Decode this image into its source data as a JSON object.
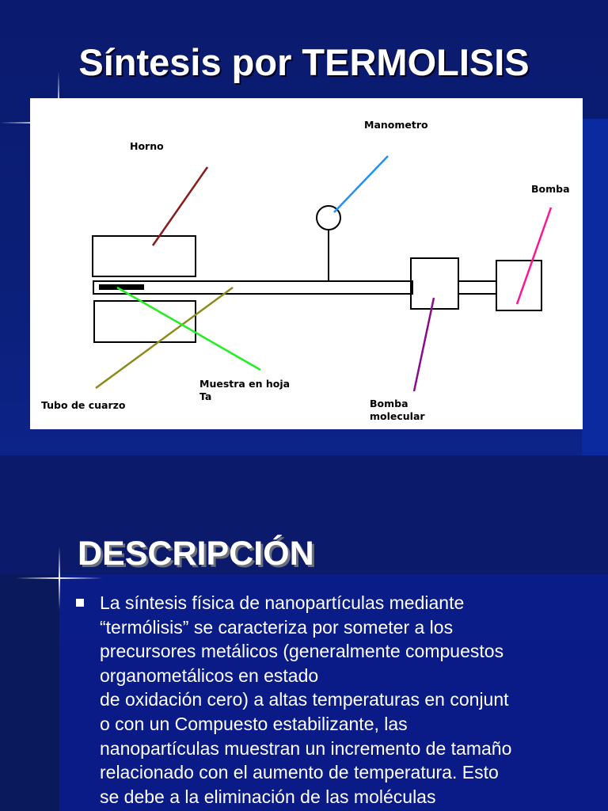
{
  "slide": {
    "title": "Síntesis por TERMOLISIS",
    "section_heading": "DESCRIPCIÓN"
  },
  "diagram": {
    "labels": {
      "horno": "Horno",
      "manometro": "Manometro",
      "bomba": "Bomba",
      "tubo_de_cuarzo": "Tubo de cuarzo",
      "muestra": "Muestra en hoja\nTa",
      "bomba_molecular": "Bomba\nmolecular"
    },
    "leader_colors": {
      "horno": "#8b1a1a",
      "manometro": "#1e90ff",
      "bomba": "#ff1493",
      "tubo_de_cuarzo": "#8b8b1a",
      "muestra": "#22ee22",
      "bomba_molecular": "#8b0a8b"
    }
  },
  "description": {
    "lines": [
      " La síntesis física de nanopartículas mediante",
      "“termólisis” se caracteriza por someter a los",
      "precursores metálicos (generalmente compuestos",
      "organometálicos en estado",
      "de oxidación cero) a altas temperaturas en conjunt",
      "o con un Compuesto estabilizante, las",
      "nanopartículas muestran un incremento de tamaño",
      "relacionado con el aumento de temperatura. Esto",
      "se debe a la eliminación de las moléculas"
    ]
  },
  "colors": {
    "background": "#0a1560",
    "text": "#ffffff"
  }
}
